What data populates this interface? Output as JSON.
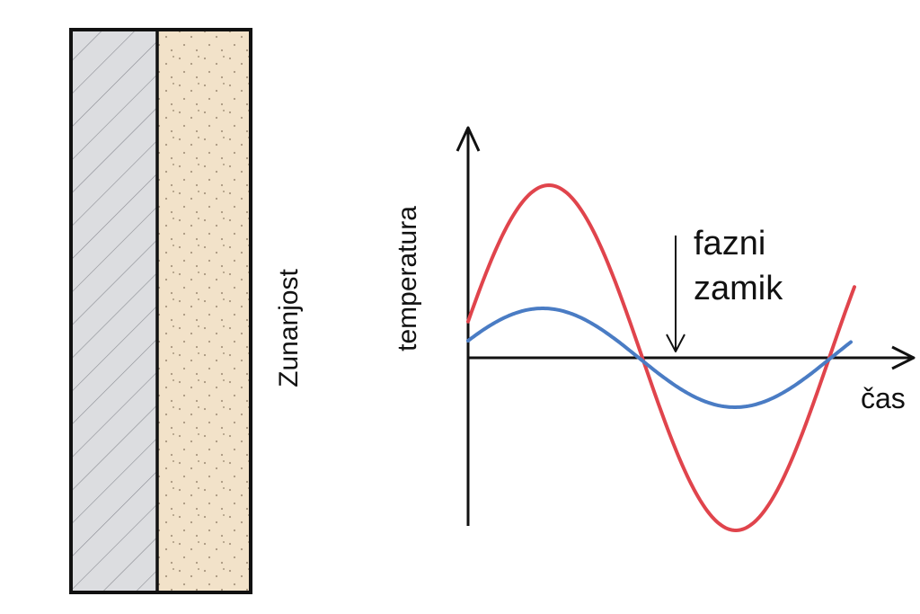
{
  "wall": {
    "outside_label": "Zunanjost",
    "layers": [
      {
        "name": "masonry",
        "fill": "#dcdde0",
        "pattern": "diagonal-hatch"
      },
      {
        "name": "insulation",
        "fill": "#f2e2c9",
        "pattern": "dots"
      }
    ]
  },
  "graph": {
    "y_axis_label": "temperatura",
    "x_axis_label": "čas",
    "annotation_lines": [
      "fazni",
      "zamik"
    ],
    "colors": {
      "outer_wave": "#e0444c",
      "inner_wave": "#4a7cc4",
      "axis": "#111111"
    }
  }
}
